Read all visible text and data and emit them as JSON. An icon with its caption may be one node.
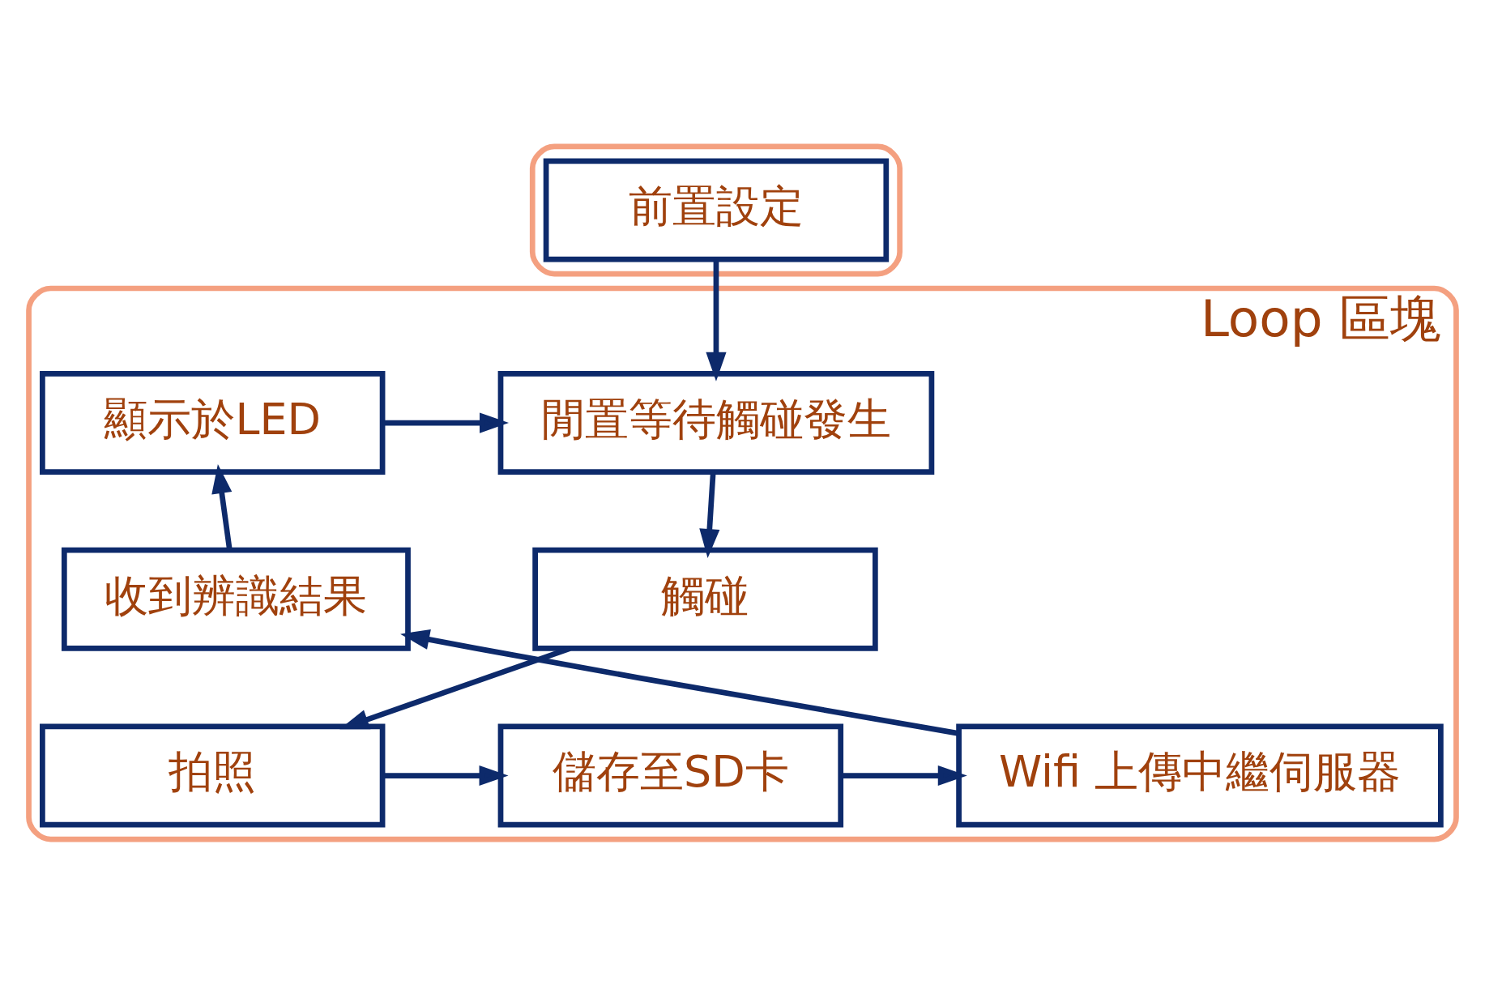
{
  "diagram": {
    "nodes": [
      {
        "text": [],
        "shape": "box"
      },
      {
        "text": [
          "前置設定"
        ],
        "in": 0
      },
      {
        "text": [
          "Loop 區塊"
        ]
      },
      {
        "text": [
          "閒置等待觸碰發生"
        ],
        "in": 2
      },
      {
        "text": [
          "觸碰"
        ],
        "in": 2
      },
      {
        "text": [
          "拍照"
        ],
        "in": 2
      },
      {
        "text": [
          "儲存至SD卡"
        ],
        "in": 2
      },
      {
        "text": [
          "Wifi 上傳中繼伺服器"
        ],
        "in": 2
      },
      {
        "text": [
          "收到辨識結果"
        ],
        "in": 2
      },
      {
        "text": [
          "顯示於LED"
        ],
        "in": 2
      }
    ],
    "edges": [
      {
        "from": 1,
        "to": 3,
        "arrow": "to"
      },
      {
        "from": 3,
        "to": 4,
        "arrow": "to"
      },
      {
        "from": 4,
        "to": 5,
        "arrow": "to"
      },
      {
        "from": 5,
        "to": 6,
        "arrow": "to"
      },
      {
        "from": 6,
        "to": 7,
        "arrow": "to"
      },
      {
        "from": 7,
        "to": 8,
        "arrow": "to"
      },
      {
        "from": 8,
        "to": 9,
        "arrow": "to"
      },
      {
        "from": 9,
        "to": 3,
        "arrow": "to"
      }
    ]
  }
}
